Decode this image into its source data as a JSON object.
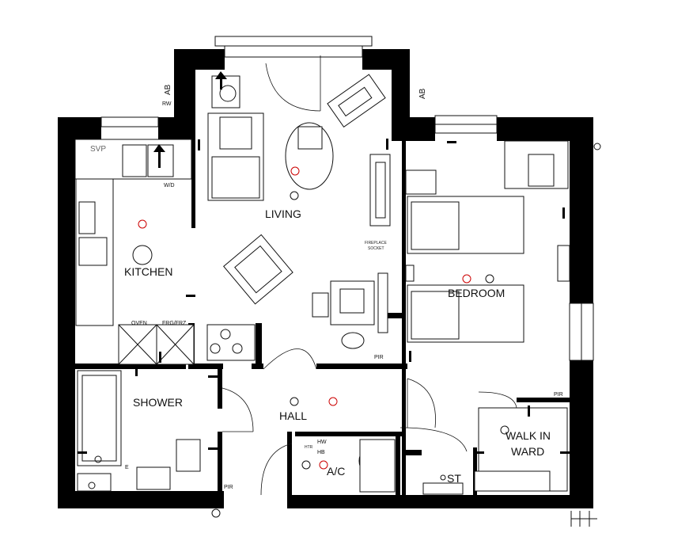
{
  "plan": {
    "rooms": {
      "living": "LIVING",
      "kitchen": "KITCHEN",
      "bedroom": "BEDROOM",
      "shower": "SHOWER",
      "hall": "HALL",
      "ac": "A/C",
      "walk_in_1": "WALK IN",
      "walk_in_2": "WARD",
      "st": "ST"
    },
    "labels": {
      "svp": "SVP",
      "wd": "W/D",
      "oven": "OVEN",
      "frg_frz": "FRG/FRZ",
      "fireplace_1": "FIREPLACE",
      "fireplace_2": "SOCKET",
      "pir_living": "PIR",
      "pir_bedroom": "PIR",
      "pir_hall": "PIR",
      "hw": "HW",
      "hb": "HB",
      "htr": "HTR",
      "ab_left": "AB",
      "rw": "RW",
      "ab_right": "AB",
      "e": "E"
    }
  }
}
